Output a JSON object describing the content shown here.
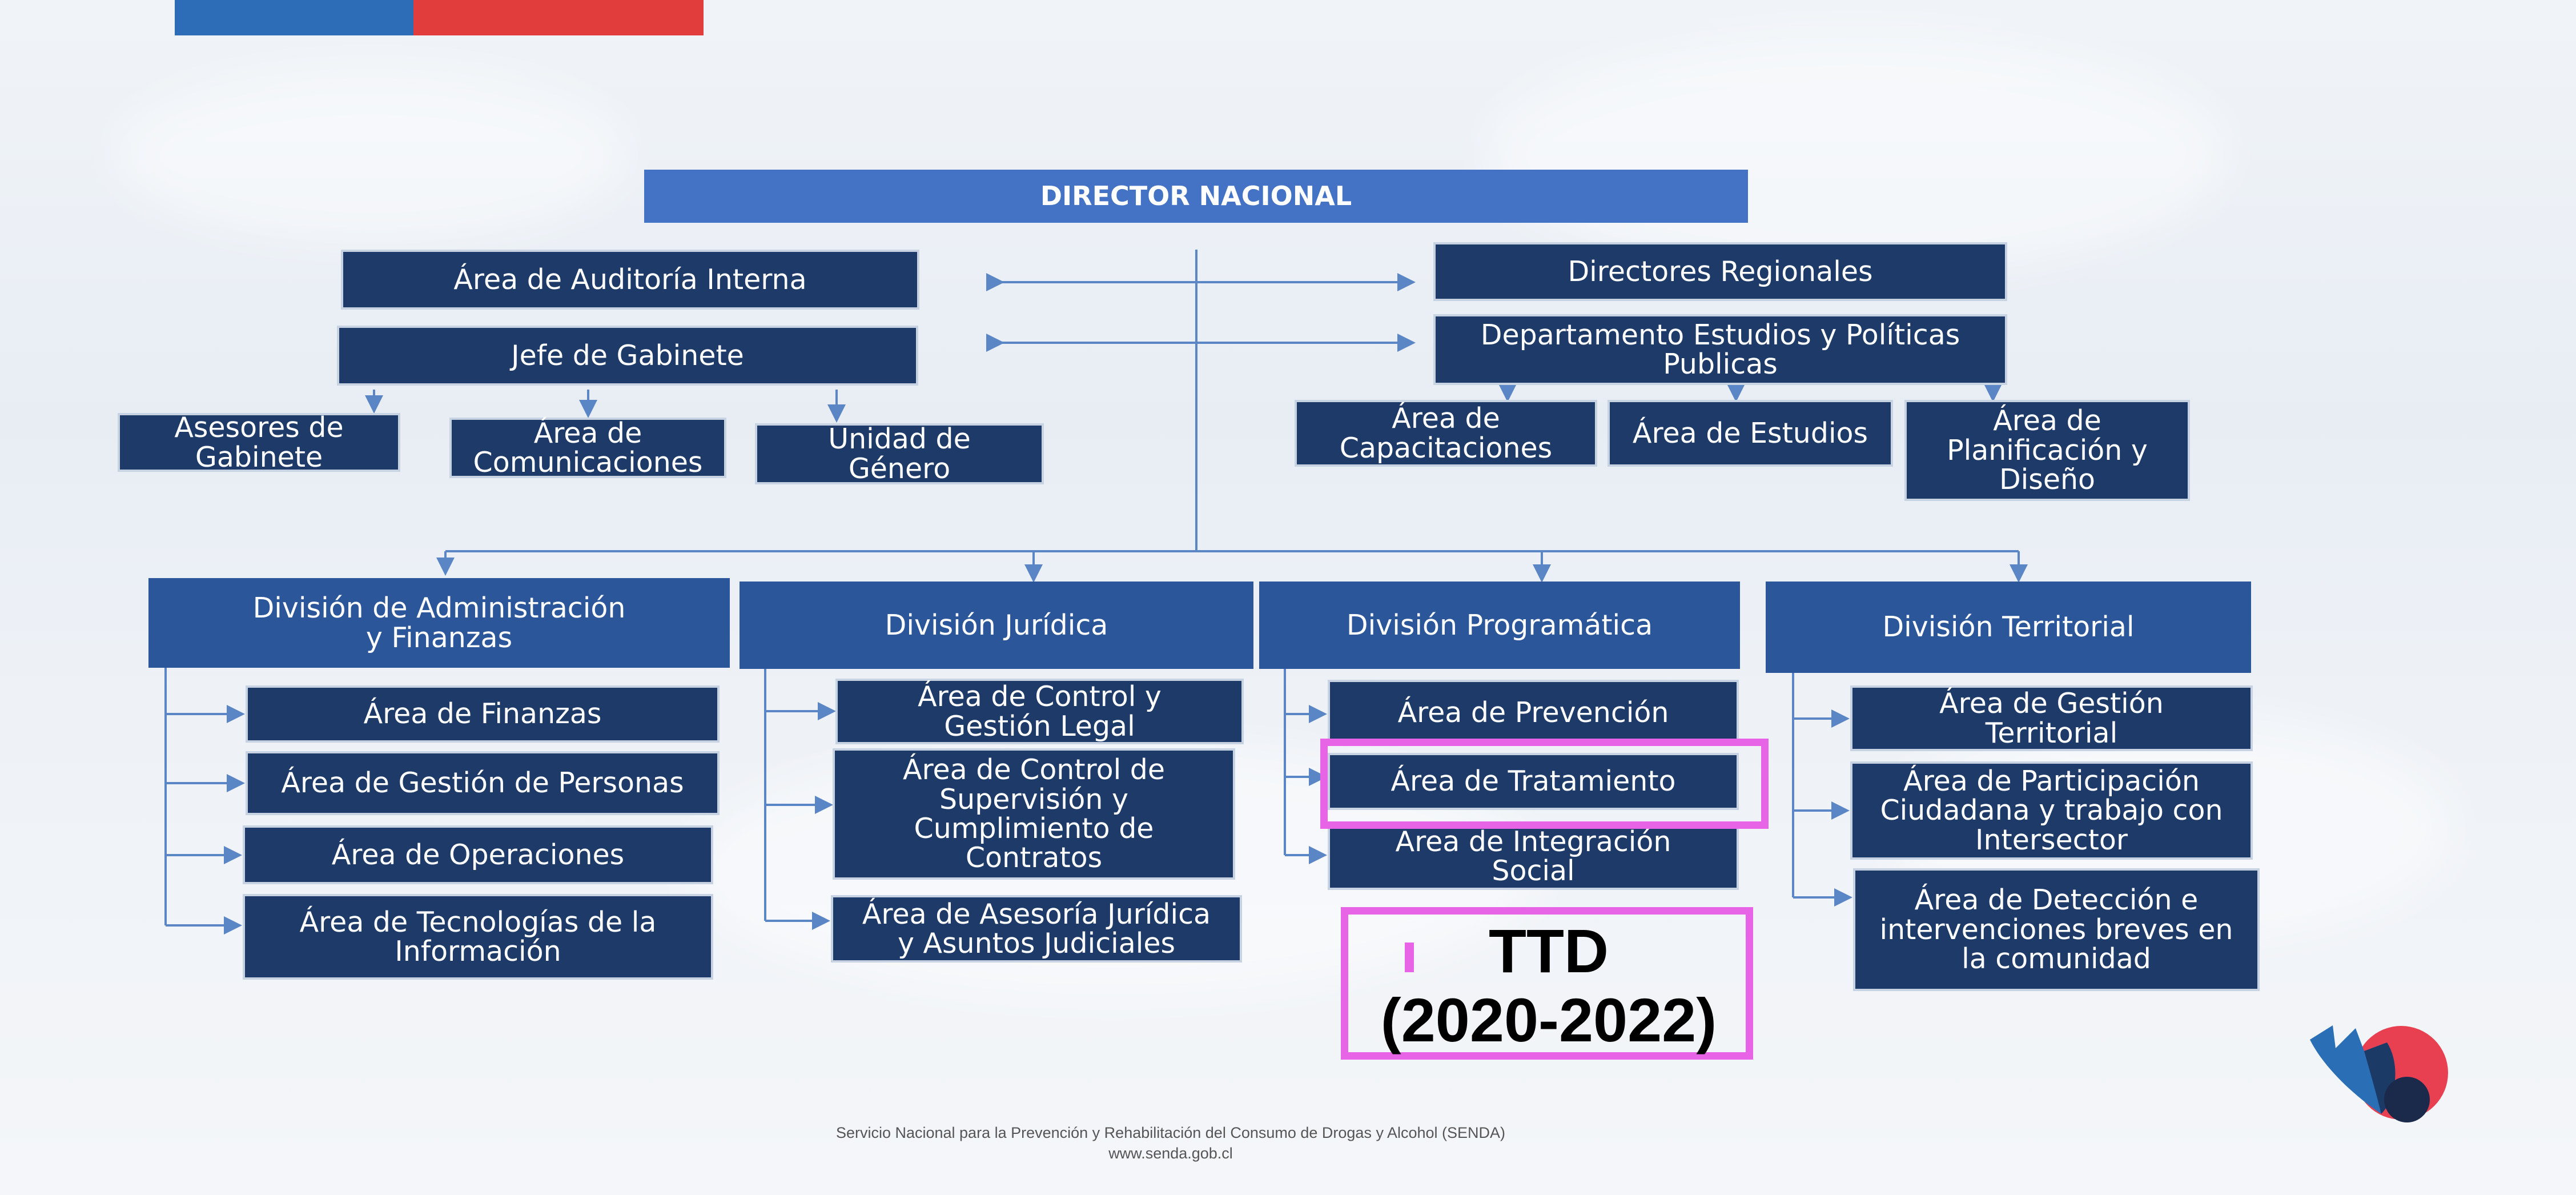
{
  "colors": {
    "director": "#4472c4",
    "division": "#2c569a",
    "area": "#1d3a68",
    "connector": "#5b86c5",
    "highlight": "#e764e7",
    "stripe_blue": "#2d6cb6",
    "stripe_red": "#e23d3d"
  },
  "director": "DIRECTOR NACIONAL",
  "left_staff": {
    "auditoria": "Área de Auditoría Interna",
    "jefe": "Jefe de Gabinete",
    "asesores": "Asesores de\nGabinete",
    "comunicaciones": "Área de\nComunicaciones",
    "genero": "Unidad de\nGénero"
  },
  "right_staff": {
    "regionales": "Directores Regionales",
    "estudios_dept": "Departamento Estudios y Políticas\nPublicas",
    "capacitaciones": "Área de\nCapacitaciones",
    "estudios": "Área de Estudios",
    "planificacion": "Área de\nPlanificación y\nDiseño"
  },
  "divisions": {
    "admin": {
      "title": "División de Administración\ny Finanzas",
      "areas": [
        "Área de Finanzas",
        "Área de Gestión de Personas",
        "Área de Operaciones",
        "Área de Tecnologías de la\nInformación"
      ]
    },
    "juridica": {
      "title": "División Jurídica",
      "areas": [
        "Área de Control y\nGestión Legal",
        "Área de Control de\nSupervisión y\nCumplimiento de\nContratos",
        "Área de Asesoría Jurídica\ny Asuntos Judiciales"
      ]
    },
    "programatica": {
      "title": "División Programática",
      "areas": [
        "Área de Prevención",
        "Área de Tratamiento",
        "Área de Integración\nSocial"
      ]
    },
    "territorial": {
      "title": "División Territorial",
      "areas": [
        "Área de Gestión\nTerritorial",
        "Área de Participación\nCiudadana y trabajo con\nIntersector",
        "Área de Detección e\nintervenciones breves en\nla comunidad"
      ]
    }
  },
  "annotation": "TTD\n(2020-2022)",
  "footer": {
    "line1": "Servicio Nacional para la Prevención y Rehabilitación del Consumo de Drogas y Alcohol (SENDA)",
    "line2": "www.senda.gob.cl"
  },
  "logo": "senda-logo"
}
